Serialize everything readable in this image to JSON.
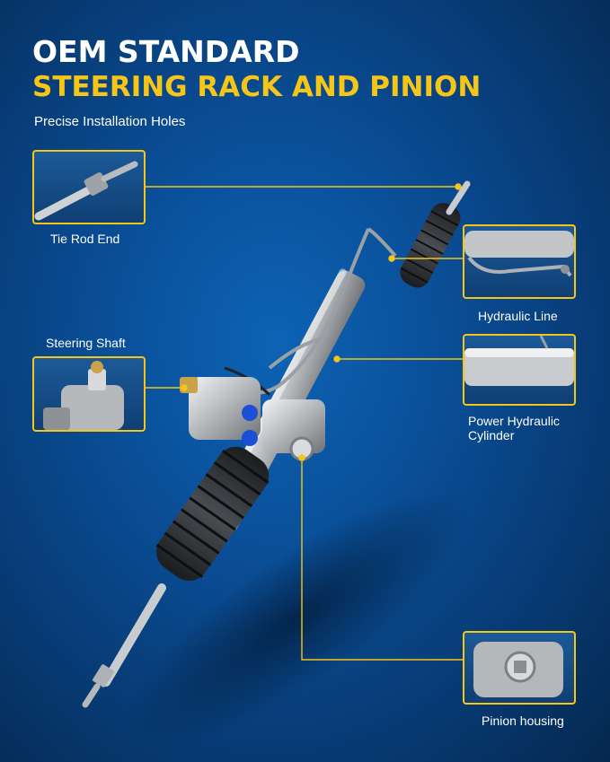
{
  "header": {
    "title_line1": "OEM STANDARD",
    "title_line2": "STEERING RACK AND PINION",
    "subtitle": "Precise Installation Holes"
  },
  "callouts": {
    "tie_rod_end": "Tie Rod End",
    "steering_shaft": "Steering Shaft",
    "hydraulic_line": "Hydraulic Line",
    "power_hydraulic_cylinder_line1": "Power Hydraulic",
    "power_hydraulic_cylinder_line2": "Cylinder",
    "pinion_housing": "Pinion housing"
  },
  "colors": {
    "accent": "#f5c518",
    "background": "#0a4f98",
    "title_text": "#ffffff"
  }
}
